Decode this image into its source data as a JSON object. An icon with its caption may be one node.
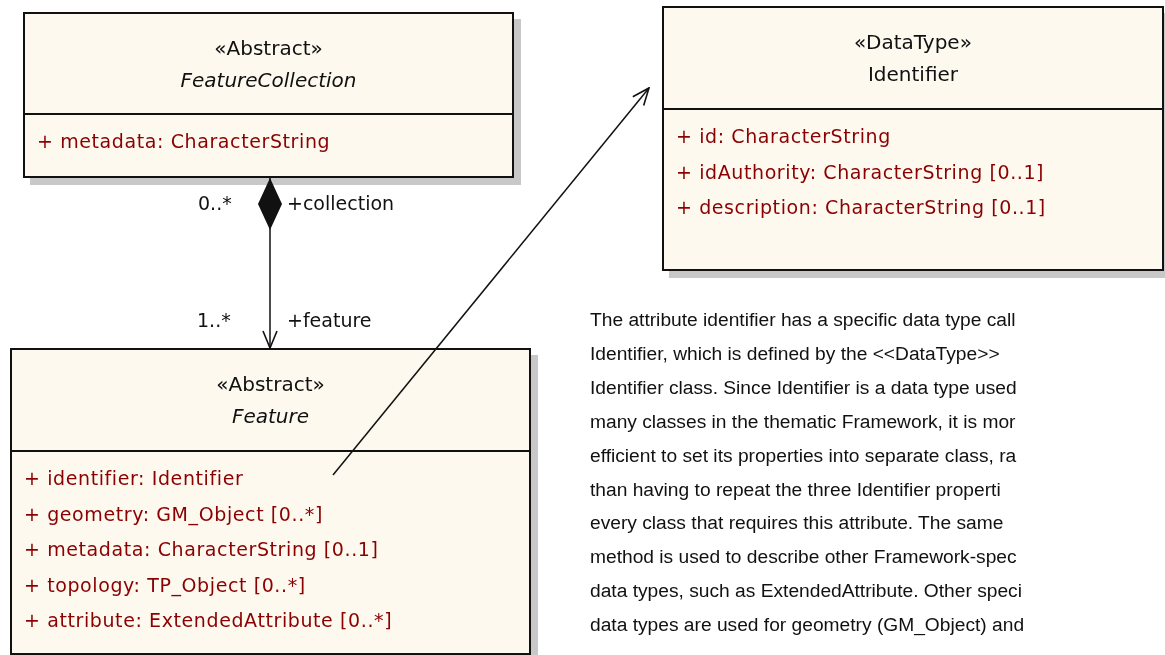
{
  "diagram": {
    "nodes": [
      {
        "text": [
          "«Abstract»",
          "FeatureCollection",
          "+ metadata: CharacterString"
        ]
      },
      {
        "text": [
          "«DataType»",
          "Identifier",
          "+ id: CharacterString",
          "+ idAuthority: CharacterString [0..1]",
          "+ description: CharacterString [0..1]"
        ]
      },
      {
        "text": [
          "«Abstract»",
          "Feature",
          "+ identifier: Identifier",
          "+ geometry: GM_Object [0..*]",
          "+ metadata: CharacterString [0..1]",
          "+ topology: TP_Object [0..*]",
          "+ attribute: ExtendedAttribute [0..*]"
        ]
      }
    ],
    "edges": [
      {
        "from": 0,
        "to": 2,
        "arrow": "to"
      },
      {
        "from": 2,
        "to": 1,
        "arrow": "to"
      }
    ],
    "labels": [
      "0..*",
      "+collection",
      "1..*",
      "+feature",
      "The attribute identifier has a specific data type call",
      "Identifier, which is defined by the <<DataType>>",
      "Identifier class. Since Identifier is a data type used",
      "many classes in the thematic Framework, it is mor",
      "efficient to set its properties into separate class, ra",
      "than having to repeat the three Identifier properti",
      "every class that requires this attribute. The same",
      "method is used to describe other Framework-spec",
      "data types, such as ExtendedAttribute. Other speci",
      "data types are used for geometry (GM_Object) and"
    ]
  }
}
